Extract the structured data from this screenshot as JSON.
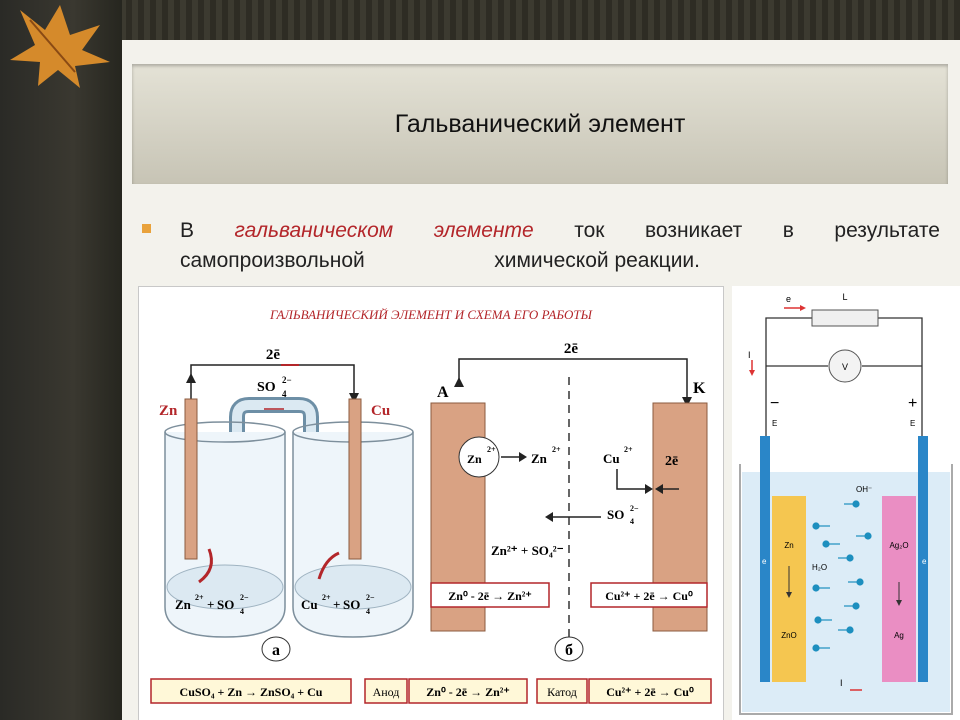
{
  "title": "Гальванический элемент",
  "text": {
    "w1": "В",
    "w2": "гальваническом",
    "w3": "элементе",
    "w4": "ток",
    "w5": "возникает",
    "w6": "в",
    "w7": "результате",
    "l2a": "самопроизвольной",
    "l2b": "химической реакции."
  },
  "diagram_left": {
    "heading": "ГАЛЬВАНИЧЕСКИЙ ЭЛЕМЕНТ И СХЕМА ЕГО РАБОТЫ",
    "zn": "Zn",
    "cu": "Cu",
    "two_e": "2ē",
    "so4": "SO",
    "sub4": "4",
    "sup2m": "2−",
    "zn_ion": "Zn",
    "cu_ion": "Cu",
    "sup2p": "2+",
    "plus": "+",
    "label_a": "а",
    "label_b": "б",
    "anode": "A",
    "cathode": "K",
    "two_e_b": "2ē",
    "zn0_eq": "Zn⁰ - 2ē → Zn²⁺",
    "cu_eq": "Cu²⁺ + 2ē → Cu⁰",
    "zn_so4": "Zn²⁺ + SO₄²⁻",
    "box1": "CuSO₄ + Zn → ZnSO₄ + Cu",
    "box2a": "Анод",
    "box2b": "Zn⁰ - 2ē → Zn²⁺",
    "box3a": "Катод",
    "box3b": "Cu²⁺ + 2ē → Cu⁰"
  },
  "diagram_right": {
    "e": "e",
    "L": "L",
    "I": "I",
    "V": "V",
    "minus": "−",
    "plus": "+",
    "E": "E",
    "OH": "OH⁻",
    "Zn": "Zn",
    "ZnO": "ZnO",
    "H2O": "H₂O",
    "Ag2O": "Ag₂O",
    "Ag": "Ag"
  },
  "colors": {
    "accent": "#b3262a",
    "bullet": "#e9a23b",
    "electrode": "#d9a283",
    "zinc": "#f5c650",
    "silver": "#ea8ec3",
    "blue": "#2a86c8"
  }
}
